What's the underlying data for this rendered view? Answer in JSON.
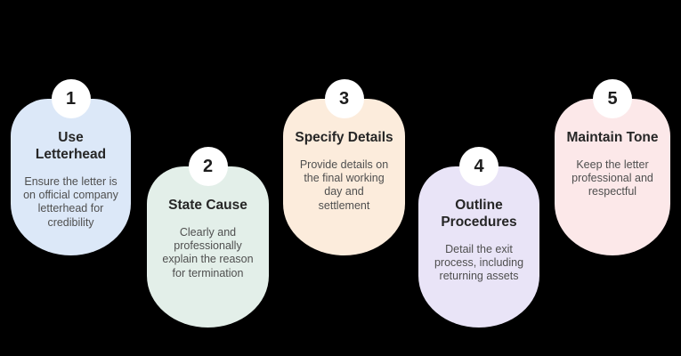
{
  "background_color": "#000000",
  "badge_color": "#ffffff",
  "title_color": "#262626",
  "description_color": "#4f4f4f",
  "cards": [
    {
      "number": "1",
      "title": "Use\nLetterhead",
      "description": "Ensure the letter is\non official company\nletterhead for\ncredibility",
      "color": "#dce8f8"
    },
    {
      "number": "2",
      "title": "State Cause",
      "description": "Clearly and\nprofessionally\nexplain the reason\nfor termination",
      "color": "#e3efe9"
    },
    {
      "number": "3",
      "title": "Specify Details",
      "description": "Provide details on\nthe final working\nday and\nsettlement",
      "color": "#fcecdc"
    },
    {
      "number": "4",
      "title": "Outline\nProcedures",
      "description": "Detail the exit\nprocess, including\nreturning assets",
      "color": "#e9e4f7"
    },
    {
      "number": "5",
      "title": "Maintain Tone",
      "description": "Keep the letter\nprofessional and\nrespectful",
      "color": "#fce8e9"
    }
  ]
}
